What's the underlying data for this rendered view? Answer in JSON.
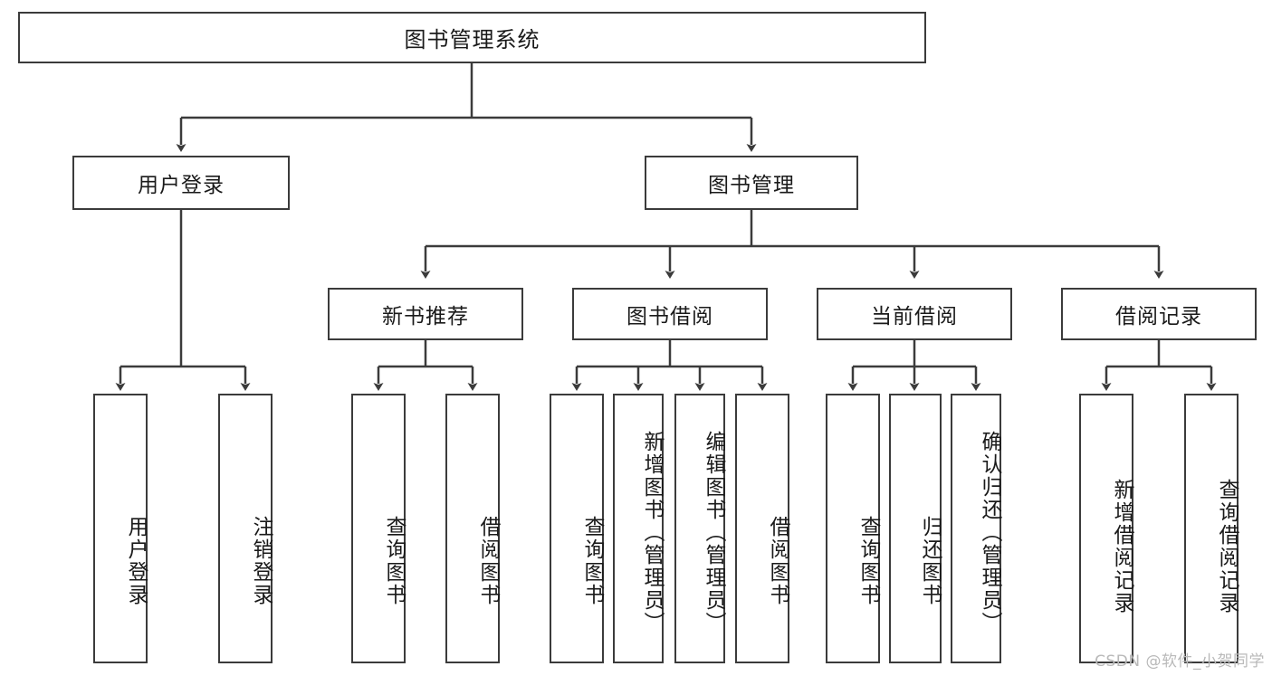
{
  "diagram": {
    "title": "图书管理系统",
    "type": "tree-hierarchy-diagram",
    "root": {
      "label": "图书管理系统"
    },
    "level2": [
      {
        "label": "用户登录"
      },
      {
        "label": "图书管理"
      }
    ],
    "level3": [
      {
        "label": "新书推荐"
      },
      {
        "label": "图书借阅"
      },
      {
        "label": "当前借阅"
      },
      {
        "label": "借阅记录"
      }
    ],
    "leaves": {
      "user_login": [
        {
          "label": "用户登录"
        },
        {
          "label": "注销登录"
        }
      ],
      "new_book_recommend": [
        {
          "label": "查询图书"
        },
        {
          "label": "借阅图书"
        }
      ],
      "book_borrow": [
        {
          "label": "查询图书"
        },
        {
          "label": "新增图书（管理员）"
        },
        {
          "label": "编辑图书（管理员）"
        },
        {
          "label": "借阅图书"
        }
      ],
      "current_borrow": [
        {
          "label": "查询图书"
        },
        {
          "label": "归还图书"
        },
        {
          "label": "确认归还（管理员）"
        }
      ],
      "borrow_record": [
        {
          "label": "新增借阅记录"
        },
        {
          "label": "查询借阅记录"
        }
      ]
    }
  },
  "watermark": {
    "text": "CSDN @软件_小贺同学"
  },
  "colors": {
    "stroke": "#3b3b3b",
    "box_fill": "#ffffff",
    "text": "#1a1a1a",
    "watermark": "#b9b9b9"
  }
}
